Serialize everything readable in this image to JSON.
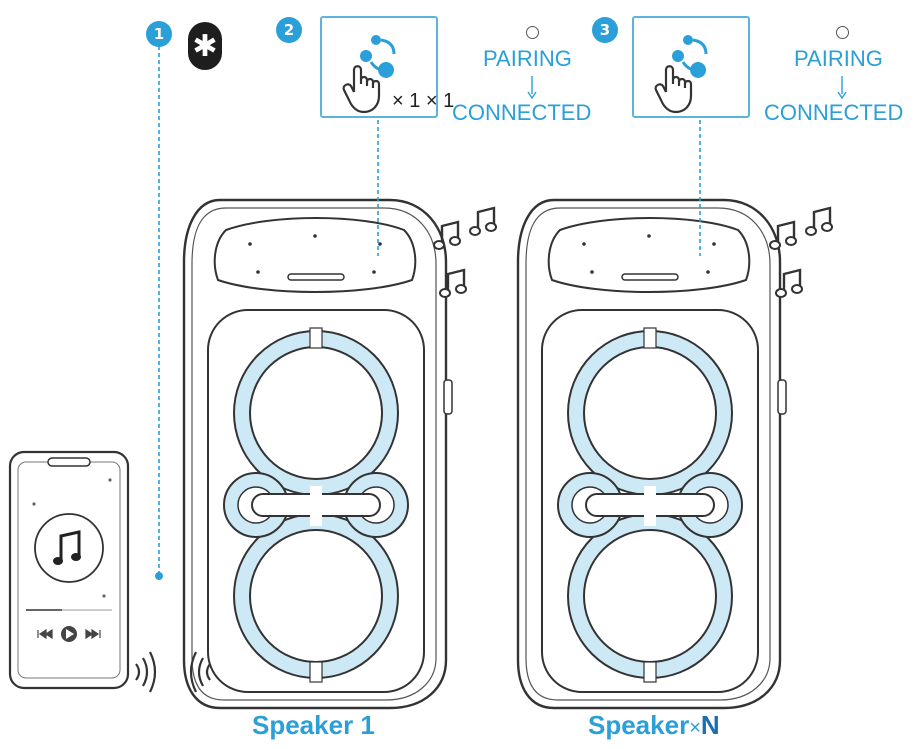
{
  "steps": {
    "one": "1",
    "two": "2",
    "three": "3"
  },
  "bluetooth_symbol": "✱",
  "step2": {
    "count": "× 1 × 1",
    "status_top": "PAIRING",
    "status_bottom": "CONNECTED"
  },
  "step3": {
    "status_top": "PAIRING",
    "status_bottom": "CONNECTED"
  },
  "labels": {
    "speaker_1": "Speaker 1",
    "speaker_n_prefix": "Speaker",
    "speaker_n_times": "×",
    "speaker_n_suffix": "N"
  },
  "icons": {
    "bluetooth": "bluetooth-icon",
    "pair_button": "pair-link-icon",
    "tap": "tap-hand-icon",
    "music_note": "music-note-icon",
    "signal": "signal-wave-icon"
  },
  "colors": {
    "accent": "#2a9fd8",
    "glow": "#cde9f6",
    "outline": "#333333"
  }
}
